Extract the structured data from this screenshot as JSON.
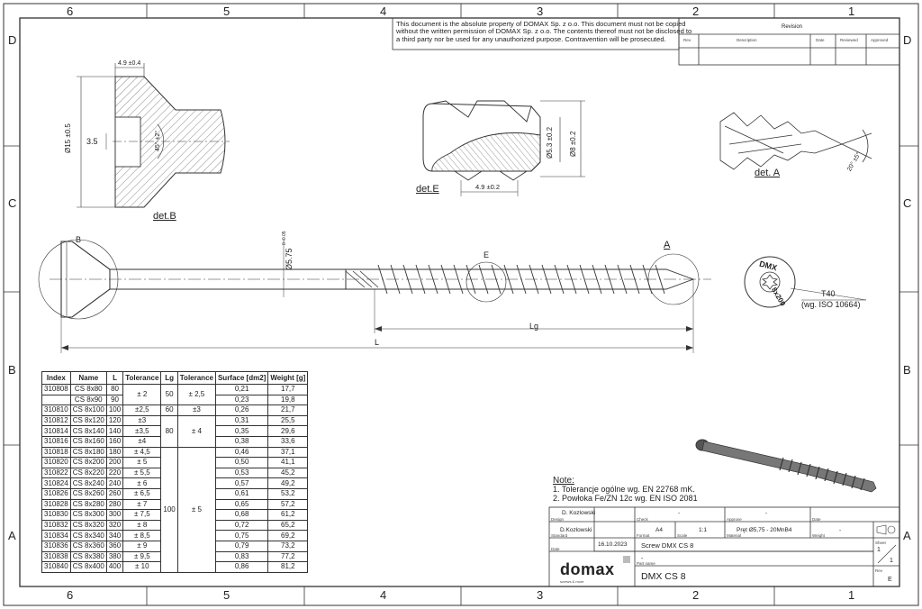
{
  "copyright": [
    "This document is the absolute property of DOMAX Sp. z o.o. This document must not be copied",
    "without the written permission of DOMAX Sp. z o.o. The contents thereof must not be disclosed to",
    "a third party nor be used for any unauthorized purpose. Contravention will be prosecuted."
  ],
  "revision_block": {
    "title": "Revision",
    "headers": [
      "Rev.",
      "Description",
      "Date",
      "Reviewed",
      "Approved"
    ]
  },
  "grid_refs": {
    "columns": [
      "6",
      "5",
      "4",
      "3",
      "2",
      "1"
    ],
    "rows": [
      "D",
      "C",
      "B",
      "A"
    ]
  },
  "details": {
    "det_b": "det.B",
    "det_e": "det.E",
    "det_a": "det. A"
  },
  "dims": {
    "b_width": "4.9 ±0.4",
    "b_diameter": "Ø15 ±0.5",
    "b_recess": "3.5",
    "b_angle": "45° ±2°",
    "e_core": "Ø5.3 ±0.2",
    "e_outer": "Ø8 ±0.2",
    "e_pitch": "4.9 ±0.2",
    "a_angle": "20° ±5°",
    "shank": "Ø5.75",
    "shank_tol": "0 -0.05",
    "length": "L",
    "thread_length": "Lg",
    "label_b": "B",
    "label_e": "E",
    "label_a": "A"
  },
  "head_marking": {
    "top": "DMX",
    "bottom": "8x200",
    "drive": "T40",
    "drive_std": "(wg. ISO 10664)"
  },
  "table": {
    "headers": [
      "Index",
      "Name",
      "L",
      "Tolerance",
      "Lg",
      "Tolerance",
      "Surface [dm2]",
      "Weight [g]"
    ],
    "rows": [
      [
        "310808",
        "CS 8x80",
        "80",
        "0,21",
        "17,7"
      ],
      [
        "",
        "CS 8x90",
        "90",
        "0,23",
        "19,8"
      ],
      [
        "310810",
        "CS 8x100",
        "100",
        "0,26",
        "21,7"
      ],
      [
        "310812",
        "CS 8x120",
        "120",
        "0,31",
        "25,5"
      ],
      [
        "310814",
        "CS 8x140",
        "140",
        "0,35",
        "29,6"
      ],
      [
        "310816",
        "CS 8x160",
        "160",
        "0,38",
        "33,6"
      ],
      [
        "310818",
        "CS 8x180",
        "180",
        "0,46",
        "37,1"
      ],
      [
        "310820",
        "CS 8x200",
        "200",
        "0,50",
        "41,1"
      ],
      [
        "310822",
        "CS 8x220",
        "220",
        "0,53",
        "45,2"
      ],
      [
        "310824",
        "CS 8x240",
        "240",
        "0,57",
        "49,2"
      ],
      [
        "310826",
        "CS 8x260",
        "260",
        "0,61",
        "53,2"
      ],
      [
        "310828",
        "CS 8x280",
        "280",
        "0,65",
        "57,2"
      ],
      [
        "310830",
        "CS 8x300",
        "300",
        "0,68",
        "61,2"
      ],
      [
        "310832",
        "CS 8x320",
        "320",
        "0,72",
        "65,2"
      ],
      [
        "310834",
        "CS 8x340",
        "340",
        "0,75",
        "69,2"
      ],
      [
        "310836",
        "CS 8x360",
        "360",
        "0,79",
        "73,2"
      ],
      [
        "310838",
        "CS 8x380",
        "380",
        "0,83",
        "77,2"
      ],
      [
        "310840",
        "CS 8x400",
        "400",
        "0,86",
        "81,2"
      ]
    ],
    "tol_l": [
      "± 2",
      "±2,5",
      "±3",
      "±3,5",
      "±4",
      "± 4,5",
      "± 5",
      "± 5,5",
      "± 6",
      "± 6,5",
      "± 7",
      "± 7,5",
      "± 8",
      "± 8,5",
      "± 9",
      "± 9,5",
      "± 10"
    ],
    "lg_groups": [
      "50",
      "60",
      "80",
      "100"
    ],
    "lg_tol_groups": [
      "± 2,5",
      "±3",
      "± 4",
      "± 5"
    ]
  },
  "notes": {
    "title": "Note:",
    "items": [
      "1.   Tolerancje ogólne wg. EN 22768 mK.",
      "2.   Powłoka Fe/ZN 12c wg. EN ISO 2081"
    ]
  },
  "title_block": {
    "designer": "D. Kozlowski",
    "checker": "D.Kozlowski",
    "dash1": "-",
    "dash2": "-",
    "dash3": "-",
    "format": "A4",
    "scale": "1:1",
    "material": "Pręt Ø5,75 - 20MnB4",
    "date": "16.10.2023",
    "part_name": "Screw DMX CS 8",
    "drawing_name": "DMX CS 8",
    "sheet_num": "1",
    "sheet_total": "1",
    "rev": "E",
    "logo": "domax",
    "logo_sub": "screws & more",
    "labels": {
      "design": "Design",
      "check": "Check",
      "approve": "Approve",
      "date": "Date",
      "standard": "Standard",
      "format": "Format",
      "scale": "Scale",
      "material": "Material",
      "weight": "Weight",
      "part": "Part name",
      "sheet": "Sheet",
      "rev": "Rev"
    }
  }
}
